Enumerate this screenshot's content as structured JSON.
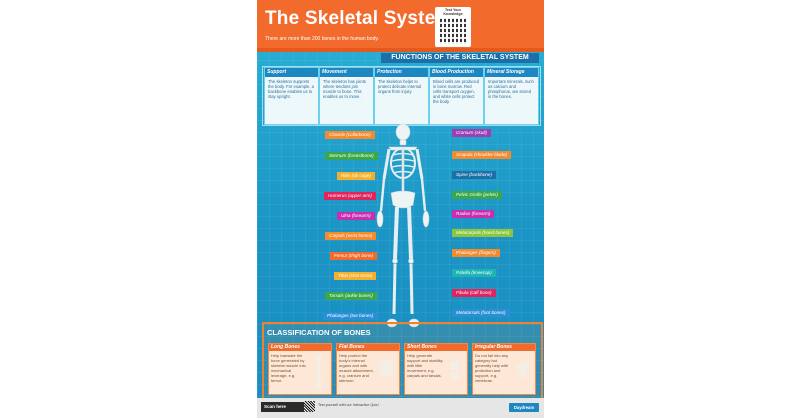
{
  "header": {
    "title": "The Skeletal System",
    "subtitle": "There are more than 200 bones in the human body.",
    "qr_label": "Test Your Knowledge"
  },
  "functions": {
    "title": "FUNCTIONS OF THE SKELETAL SYSTEM",
    "items": [
      {
        "title": "Support",
        "text": "The skeleton supports the body. For example, a backbone enables us to stay upright."
      },
      {
        "title": "Movement",
        "text": "The skeleton has joints where tendons join muscle to bone. This enables us to move."
      },
      {
        "title": "Protection",
        "text": "The skeleton helps to protect delicate internal organs from injury."
      },
      {
        "title": "Blood Production",
        "text": "Blood cells are produced in bone marrow. Red cells transport oxygen, and white cells protect the body."
      },
      {
        "title": "Mineral Storage",
        "text": "Important minerals, such as calcium and phosphorus, are stored in the bones."
      }
    ]
  },
  "labels_left": [
    {
      "text": "Clavicle (collarbone)",
      "color": "#f28a2e"
    },
    {
      "text": "Sternum (breastbone)",
      "color": "#3aa84a"
    },
    {
      "text": "Ribs (rib cage)",
      "color": "#f2b02e"
    },
    {
      "text": "Humerus (upper arm)",
      "color": "#e0245e"
    },
    {
      "text": "Ulna (forearm)",
      "color": "#c72fb0"
    },
    {
      "text": "Carpals (wrist bones)",
      "color": "#f28a2e"
    },
    {
      "text": "Femur (thigh bone)",
      "color": "#f26b2d"
    },
    {
      "text": "Tibia (shin bone)",
      "color": "#f2b02e"
    },
    {
      "text": "Tarsals (ankle bones)",
      "color": "#3aa84a"
    },
    {
      "text": "Phalanges (toe bones)",
      "color": "#2b8fd6"
    }
  ],
  "labels_right": [
    {
      "text": "Cranium (skull)",
      "color": "#9b3fb5"
    },
    {
      "text": "Scapula (shoulder blade)",
      "color": "#f28a2e"
    },
    {
      "text": "Spine (backbone)",
      "color": "#1d6fa8"
    },
    {
      "text": "Pelvic Girdle (pelvis)",
      "color": "#3aa84a"
    },
    {
      "text": "Radius (forearm)",
      "color": "#c72fb0"
    },
    {
      "text": "Metacarpals (hand bones)",
      "color": "#8cc63e"
    },
    {
      "text": "Phalanges (fingers)",
      "color": "#f28a2e"
    },
    {
      "text": "Patella (kneecap)",
      "color": "#1db4b4"
    },
    {
      "text": "Fibula (calf bone)",
      "color": "#e0245e"
    },
    {
      "text": "Metatarsals (foot bones)",
      "color": "#2b8fd6"
    }
  ],
  "classification": {
    "title": "CLASSIFICATION OF BONES",
    "items": [
      {
        "title": "Long Bones",
        "text": "Help translate the force generated by skeletal muscle into mechanical leverage, e.g. femur."
      },
      {
        "title": "Flat Bones",
        "text": "Help protect the body's internal organs and with muscle attachment, e.g. cranium and sternum."
      },
      {
        "title": "Short Bones",
        "text": "Help generate support and stability with little movement, e.g. carpals and tarsals."
      },
      {
        "title": "Irregular Bones",
        "text": "Do not fall into any category but generally help with protection and support, e.g. vertebrae."
      }
    ]
  },
  "footer": {
    "scan": "Scan here",
    "text": "Test yourself with our Interactive Quiz!",
    "logo": "Daydream"
  }
}
